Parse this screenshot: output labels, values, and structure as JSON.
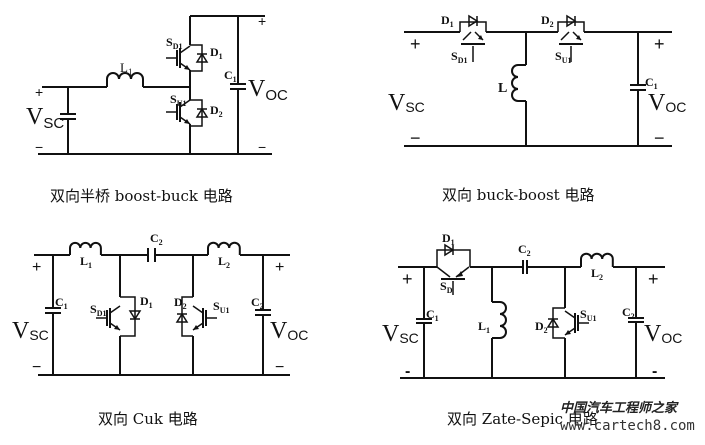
{
  "figure": {
    "diagrams": [
      {
        "id": "half-bridge",
        "caption": "双向半桥 boost-buck 电路",
        "labels": {
          "inductor": "L",
          "inductor_sub": "1",
          "switch_top": "S",
          "switch_top_sub": "D1",
          "diode_top": "D",
          "diode_top_sub": "1",
          "switch_bot": "S",
          "switch_bot_sub": "U1",
          "diode_bot": "D",
          "diode_bot_sub": "2",
          "cap": "C",
          "cap_sub": "1",
          "vin": "V",
          "vin_sub": "SC",
          "vout": "V",
          "vout_sub": "OC",
          "plus": "+",
          "minus": "−"
        }
      },
      {
        "id": "buck-boost",
        "caption": "双向 buck-boost 电路",
        "labels": {
          "diode1": "D",
          "diode1_sub": "1",
          "switch1": "S",
          "switch1_sub": "D1",
          "diode2": "D",
          "diode2_sub": "2",
          "switch2": "S",
          "switch2_sub": "U1",
          "inductor": "L",
          "cap": "C",
          "cap_sub": "1",
          "vin": "V",
          "vin_sub": "SC",
          "vout": "V",
          "vout_sub": "OC",
          "plus": "+",
          "minus": "−"
        }
      },
      {
        "id": "cuk",
        "caption": "双向 Cuk 电路",
        "labels": {
          "l1": "L",
          "l1_sub": "1",
          "c2": "C",
          "c2_sub": "2",
          "l2": "L",
          "l2_sub": "2",
          "c1": "C",
          "c1_sub": "1",
          "s1": "S",
          "s1_sub": "D1",
          "d1": "D",
          "d1_sub": "1",
          "d2": "D",
          "d2_sub": "2",
          "s2": "S",
          "s2_sub": "U1",
          "c3": "C",
          "c3_sub": "2",
          "vin": "V",
          "vin_sub": "SC",
          "vout": "V",
          "vout_sub": "OC",
          "plus": "+",
          "minus": "−"
        }
      },
      {
        "id": "zeta-sepic",
        "caption": "双向 Zate-Sepic 电路",
        "labels": {
          "d1": "D",
          "d1_sub": "1",
          "s1": "S",
          "s1_sub": "D",
          "c2": "C",
          "c2_sub": "2",
          "l2": "L",
          "l2_sub": "2",
          "c1": "C",
          "c1_sub": "1",
          "l1": "L",
          "l1_sub": "1",
          "d2": "D",
          "d2_sub": "2",
          "s2": "S",
          "s2_sub": "U1",
          "c3": "C",
          "c3_sub": "2",
          "vin": "V",
          "vin_sub": "SC",
          "vout": "V",
          "vout_sub": "OC",
          "plus": "+",
          "minus": "-"
        }
      }
    ],
    "watermark": {
      "title": "中国汽车工程师之家",
      "url": "www.cartech8.com"
    }
  }
}
